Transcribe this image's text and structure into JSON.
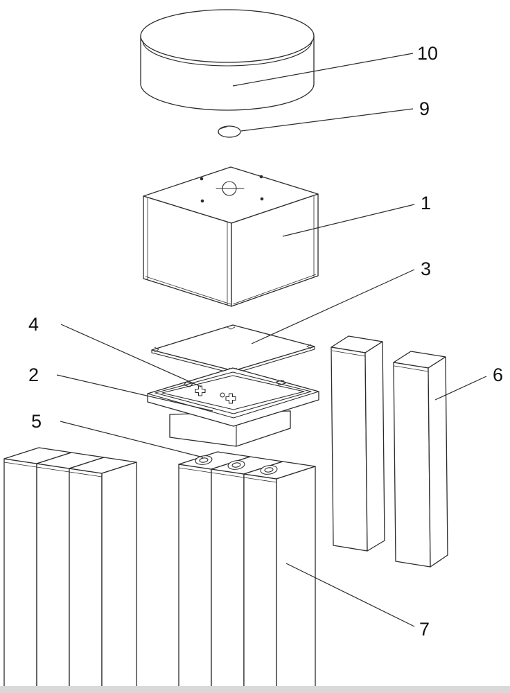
{
  "figure": {
    "kind": "exploded-assembly-line-drawing",
    "colors": {
      "bg": "#ffffff",
      "line": "#2b2b2b",
      "label": "#111111",
      "footer": "#d9d9d9"
    }
  },
  "labels": [
    {
      "text": "10"
    },
    {
      "text": "9"
    },
    {
      "text": "1"
    },
    {
      "text": "3"
    },
    {
      "text": "4"
    },
    {
      "text": "2"
    },
    {
      "text": "5"
    },
    {
      "text": "6"
    },
    {
      "text": "7"
    }
  ]
}
